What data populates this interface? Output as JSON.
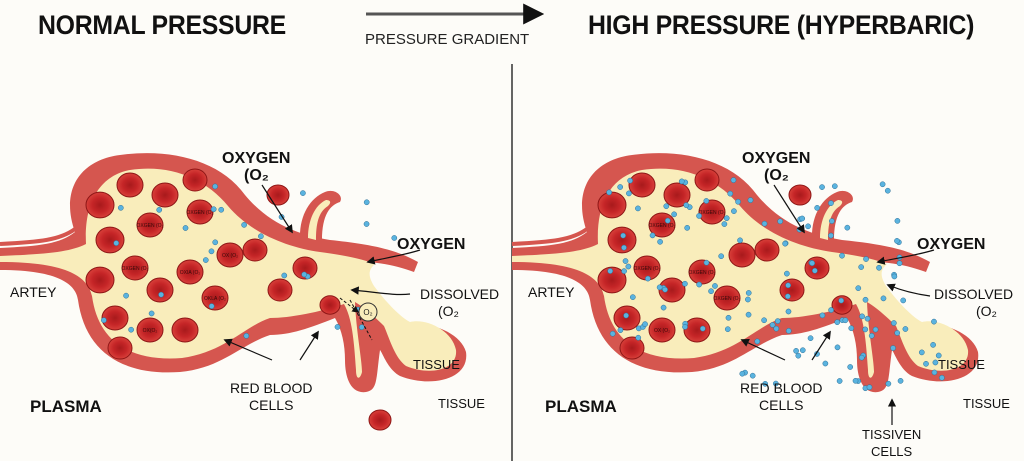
{
  "titles": {
    "left": "NORMAL PRESSURE",
    "right": "HIGH PRESSURE (HYPERBARIC)"
  },
  "gradient_label": "PRESSURE GRADIENT",
  "left_panel": {
    "oxygen_o2": [
      "OXYGEN",
      "(O₂"
    ],
    "oxygen": "OXYGEN",
    "artery": "ARTEY",
    "dissolved": [
      "DISSOLVED",
      "(O₂"
    ],
    "plasma": "PLASMA",
    "red_blood_cells": [
      "RED BLOOD",
      "CELLS"
    ],
    "tissue_in": "TISSUE",
    "tissue_out": "TISSUE",
    "bubble_o2": "O₂",
    "cell_labels": [
      "OXGEN (O₂",
      "OXGEN (O₂",
      "OXGEN (O₂",
      "OXIA (O₂",
      "OKLA (O₂",
      "OX(O₂",
      "OX (O₂"
    ]
  },
  "right_panel": {
    "oxygen_o2": [
      "OXYGEN",
      "(O₂"
    ],
    "oxygen": "OXYGEN",
    "artery": "ARTEY",
    "dissolved": [
      "DISSOLVED",
      "(O₂"
    ],
    "plasma": "PLASMA",
    "red_blood_cells": [
      "RED BLOOD",
      "CELLS"
    ],
    "tissue_in": "TISSUE",
    "tissue_out": "TISSUE",
    "tissue_cells": [
      "TISSIVEN",
      "CELLS"
    ],
    "cell_labels": [
      "OXGEN (O₂",
      "OXGEN (O₂",
      "OXGEN (O₂",
      "OXGEN (O₂",
      "OXGEN (O₂",
      "OX (O₂"
    ]
  },
  "colors": {
    "vessel": "#d5564f",
    "plasma": "#f9edbb",
    "cell": "#c9282a",
    "o2": "#5ab3df"
  }
}
